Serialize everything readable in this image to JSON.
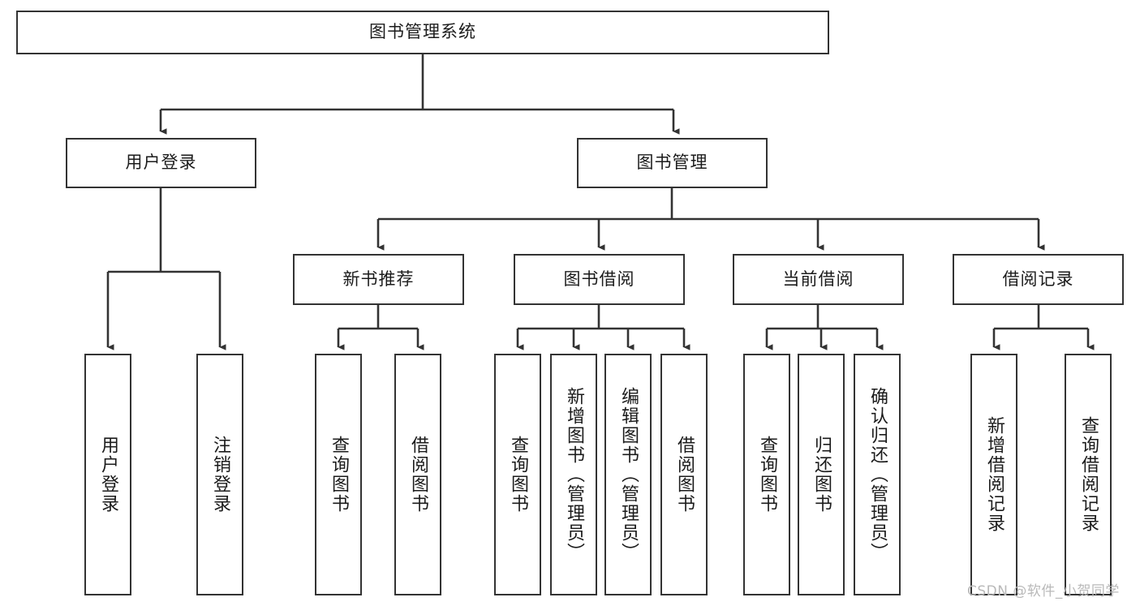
{
  "diagram": {
    "title": "图书管理系统",
    "type": "tree",
    "orientation": "top-down",
    "colors": {
      "box_border": "#333333",
      "box_fill": "#ffffff",
      "connector": "#333333",
      "text": "#1b1b1b",
      "watermark": "#b9b9b9",
      "background": "#ffffff"
    }
  },
  "root": {
    "label": "图书管理系统"
  },
  "level2": [
    {
      "label": "用户登录"
    },
    {
      "label": "图书管理"
    }
  ],
  "level3": [
    {
      "label": "新书推荐"
    },
    {
      "label": "图书借阅"
    },
    {
      "label": "当前借阅"
    },
    {
      "label": "借阅记录"
    }
  ],
  "leaves": {
    "user_login": [
      {
        "label": "用户登录"
      },
      {
        "label": "注销登录"
      }
    ],
    "new_book": [
      {
        "label": "查询图书"
      },
      {
        "label": "借阅图书"
      }
    ],
    "book_borrow": [
      {
        "label": "查询图书"
      },
      {
        "label": "新增图书（管理员）"
      },
      {
        "label": "编辑图书（管理员）"
      },
      {
        "label": "借阅图书"
      }
    ],
    "current_borrow": [
      {
        "label": "查询图书"
      },
      {
        "label": "归还图书"
      },
      {
        "label": "确认归还（管理员）"
      }
    ],
    "borrow_record": [
      {
        "label": "新增借阅记录"
      },
      {
        "label": "查询借阅记录"
      }
    ]
  },
  "watermark": {
    "text": "CSDN @软件_小贺同学"
  }
}
